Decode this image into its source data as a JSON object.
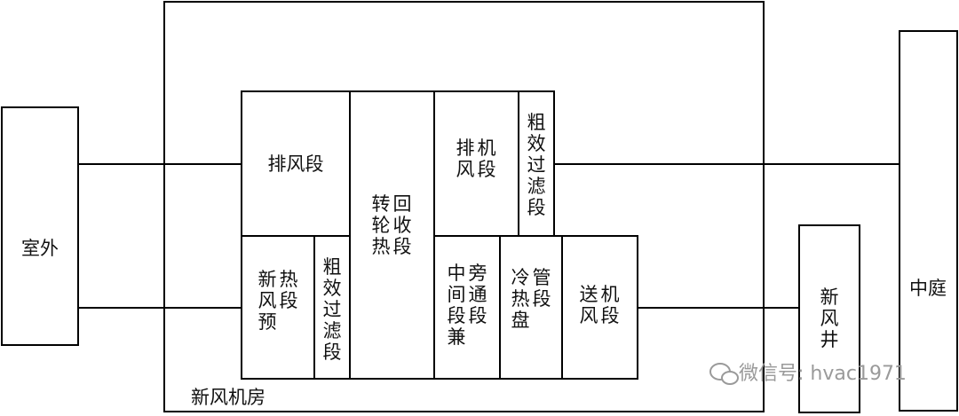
{
  "outdoor": "室外",
  "room": "新风机房",
  "courtyard": "中庭",
  "shaft": "新风井",
  "sections": {
    "exhaust": "排风段",
    "wheel": "转轮热回收段",
    "exhaust_fan": "排风机段",
    "coarse_filter_top": "粗效过滤段",
    "preheat": "新风预热段",
    "coarse_filter_bottom": "粗效过滤段",
    "bypass": "中间段兼旁通段",
    "coil": "冷热盘管段",
    "supply_fan": "送风机段"
  },
  "watermark": "微信号: hvac1971"
}
